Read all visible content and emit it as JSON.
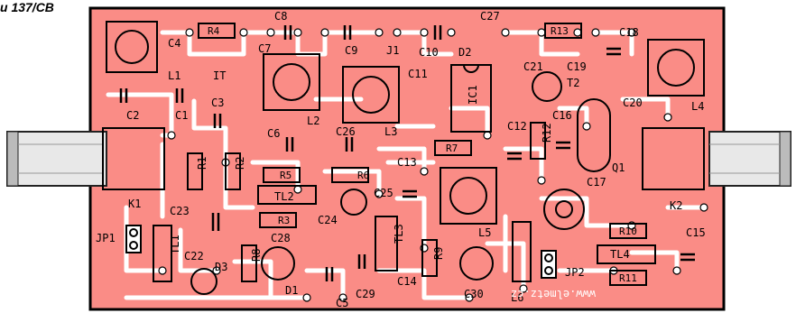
{
  "title_fragment": "u 137/CB",
  "watermark": "www.elmetz.cz",
  "labels": {
    "R4": "R4",
    "C4": "C4",
    "C8": "C8",
    "C27": "C27",
    "R13": "R13",
    "C18": "C18",
    "C7": "C7",
    "C9": "C9",
    "J1": "J1",
    "C10": "C10",
    "D2": "D2",
    "L1": "L1",
    "IT": "IT",
    "C11": "C11",
    "C21": "C21",
    "C19": "C19",
    "T2": "T2",
    "C2": "C2",
    "C1": "C1",
    "C3": "C3",
    "L2": "L2",
    "IC1": "IC1",
    "C20": "C20",
    "L4": "L4",
    "L3": "L3",
    "C16": "C16",
    "C6": "C6",
    "C26": "C26",
    "C12": "C12",
    "R12": "R12",
    "R7": "R7",
    "R1": "R1",
    "R2": "R2",
    "R5": "R5",
    "R6": "R6",
    "C13": "C13",
    "Q1": "Q1",
    "C17": "C17",
    "TL2": "TL2",
    "C25": "C25",
    "K1": "K1",
    "C23": "C23",
    "R3": "R3",
    "C24": "C24",
    "L5": "L5",
    "K2": "K2",
    "JP1": "JP1",
    "TL1": "TL1",
    "C22": "C22",
    "C28": "C28",
    "TL3": "TL3",
    "R10": "R10",
    "C15": "C15",
    "D3": "D3",
    "R8": "R8",
    "R9": "R9",
    "TL4": "TL4",
    "D1": "D1",
    "C14": "C14",
    "JP2": "JP2",
    "L6": "L6",
    "C29": "C29",
    "C30": "C30",
    "R11": "R11",
    "C5": "C5"
  },
  "colors": {
    "board": "#fa8c86",
    "silkscreen": "#000000",
    "trace": "#ffffff",
    "connector": "#d4d4d4"
  }
}
